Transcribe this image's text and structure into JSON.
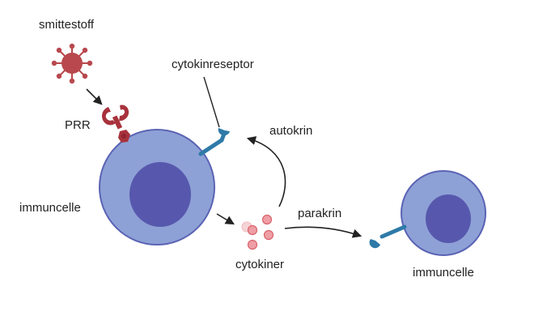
{
  "labels": {
    "pathogen": "smittestoff",
    "prr": "PRR",
    "cytokine_receptor": "cytokinreseptor",
    "autocrine": "autokrin",
    "paracrine": "parakrin",
    "immune_cell_left": "immuncelle",
    "cytokines": "cytokiner",
    "immune_cell_right": "immuncelle"
  },
  "colors": {
    "cell_fill": "#8ea1d6",
    "cell_stroke": "#5a63b4",
    "nucleus": "#5758ad",
    "pathogen": "#b8484e",
    "prr": "#a8323c",
    "receptor": "#2e7aa8",
    "cytokine_fill": "#ee9ea4",
    "cytokine_stroke": "#d8636d",
    "cytokine_faded": "#f6d3d6",
    "arrow": "#222222"
  },
  "icons": {
    "pathogen": "virus-icon",
    "prr": "pattern-recognition-receptor-icon",
    "receptor": "cytokine-receptor-icon"
  }
}
